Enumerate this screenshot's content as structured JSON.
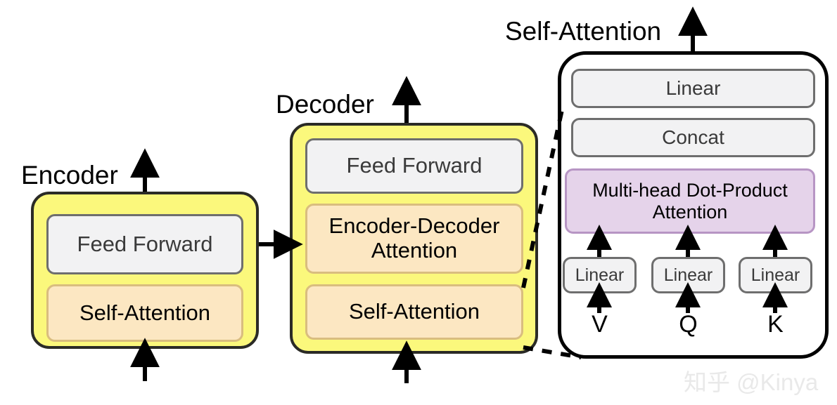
{
  "diagram": {
    "title_labels": {
      "encoder": "Encoder",
      "decoder": "Decoder",
      "self_attention": "Self-Attention"
    },
    "encoder": {
      "label": "Encoder",
      "blocks": [
        {
          "label": "Feed Forward",
          "style": "gray"
        },
        {
          "label": "Self-Attention",
          "style": "peach"
        }
      ]
    },
    "decoder": {
      "label": "Decoder",
      "blocks": [
        {
          "label": "Feed Forward",
          "style": "gray"
        },
        {
          "label": "Encoder-Decoder Attention",
          "line1": "Encoder-Decoder",
          "line2": "Attention",
          "style": "peach"
        },
        {
          "label": "Self-Attention",
          "style": "peach"
        }
      ]
    },
    "self_attention_panel": {
      "label": "Self-Attention",
      "blocks": [
        {
          "label": "Linear",
          "style": "gray"
        },
        {
          "label": "Concat",
          "style": "gray"
        },
        {
          "label": "Multi-head Dot-Product Attention",
          "line1": "Multi-head Dot-Product",
          "line2": "Attention",
          "style": "purple"
        }
      ],
      "projections": [
        {
          "label": "Linear",
          "input": "V"
        },
        {
          "label": "Linear",
          "input": "Q"
        },
        {
          "label": "Linear",
          "input": "K"
        }
      ]
    },
    "colors": {
      "group_fill": "#fbf87c",
      "group_stroke": "#2b2b26",
      "gray_fill": "#f2f2f3",
      "gray_stroke": "#6e6e6e",
      "gray_text": "#3a3a3a",
      "peach_fill": "#fce7c2",
      "peach_stroke": "#d9bd7f",
      "purple_fill": "#e5d3ea",
      "purple_stroke": "#b795c4",
      "panel_stroke": "#000000",
      "arrow": "#000000",
      "watermark": "#e9e9e9"
    }
  },
  "watermark": {
    "text": "知乎 @Kinya"
  }
}
